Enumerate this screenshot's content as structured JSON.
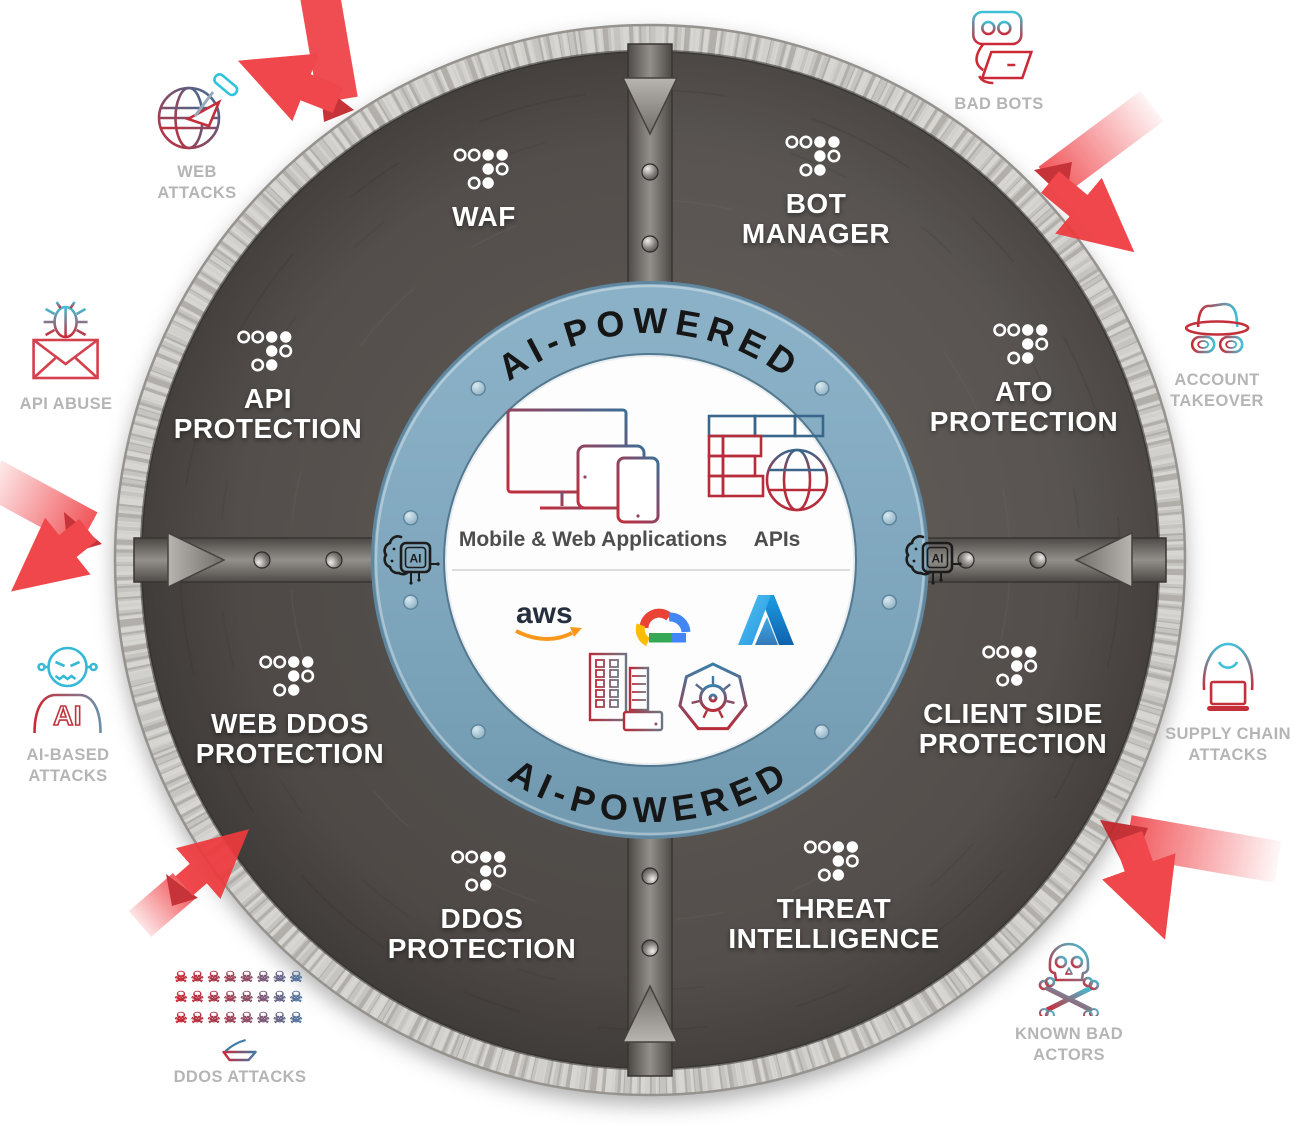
{
  "ring": {
    "top_text": "AI-POWERED",
    "bottom_text": "AI-POWERED",
    "ai_chip_label": "AI"
  },
  "center": {
    "apps_label": "Mobile & Web Applications",
    "apis_label": "APIs",
    "aws_text": "aws",
    "platform_icons": [
      "aws",
      "google-cloud",
      "azure",
      "data-center",
      "kubernetes"
    ]
  },
  "protections": [
    {
      "id": "waf",
      "line1": "WAF",
      "line2": ""
    },
    {
      "id": "bot-manager",
      "line1": "BOT",
      "line2": "MANAGER"
    },
    {
      "id": "ato-protection",
      "line1": "ATO",
      "line2": "PROTECTION"
    },
    {
      "id": "client-side-protection",
      "line1": "CLIENT SIDE",
      "line2": "PROTECTION"
    },
    {
      "id": "threat-intelligence",
      "line1": "THREAT",
      "line2": "INTELLIGENCE"
    },
    {
      "id": "ddos-protection",
      "line1": "DDOS",
      "line2": "PROTECTION"
    },
    {
      "id": "web-ddos-protection",
      "line1": "WEB DDOS",
      "line2": "PROTECTION"
    },
    {
      "id": "api-protection",
      "line1": "API",
      "line2": "PROTECTION"
    }
  ],
  "threats": [
    {
      "id": "web-attacks",
      "icon": "globe-knife-icon",
      "line1": "WEB",
      "line2": "ATTACKS"
    },
    {
      "id": "bad-bots",
      "icon": "robot-laptop-icon",
      "line1": "BAD BOTS",
      "line2": ""
    },
    {
      "id": "account-takeover",
      "icon": "spy-hat-mask-icon",
      "line1": "ACCOUNT",
      "line2": "TAKEOVER"
    },
    {
      "id": "supply-chain-attacks",
      "icon": "hooded-hacker-icon",
      "line1": "SUPPLY CHAIN",
      "line2": "ATTACKS"
    },
    {
      "id": "known-bad-actors",
      "icon": "skull-crossbones-icon",
      "line1": "KNOWN BAD",
      "line2": "ACTORS"
    },
    {
      "id": "ddos-attacks",
      "icon": "skull-grid-ship-icon",
      "line1": "DDOS ATTACKS",
      "line2": "",
      "skull_rows": [
        "☠☠☠☠☠☠☠☠",
        "☠☠☠☠☠☠☠☠",
        "☠☠☠☠☠☠☠☠"
      ]
    },
    {
      "id": "ai-based-attacks",
      "icon": "evil-robot-ai-icon",
      "line1": "AI-BASED",
      "line2": "ATTACKS",
      "icon_text": "AI"
    },
    {
      "id": "api-abuse",
      "icon": "bug-envelope-icon",
      "line1": "API ABUSE",
      "line2": ""
    }
  ],
  "colors": {
    "ring_blue": "#7ea9c1",
    "plate_dark": "#4c4845",
    "rim_gray": "#c6c4c0",
    "arrow_red": "#ee3a3e",
    "label_white": "#ffffff",
    "label_gray": "#b5b5b5",
    "aws_orange": "#f7981d",
    "gcloud_blue": "#4285f4",
    "gcloud_red": "#ea4335",
    "gcloud_yellow": "#fbbc05",
    "gcloud_green": "#34a853",
    "azure_blue": "#1583d7"
  }
}
